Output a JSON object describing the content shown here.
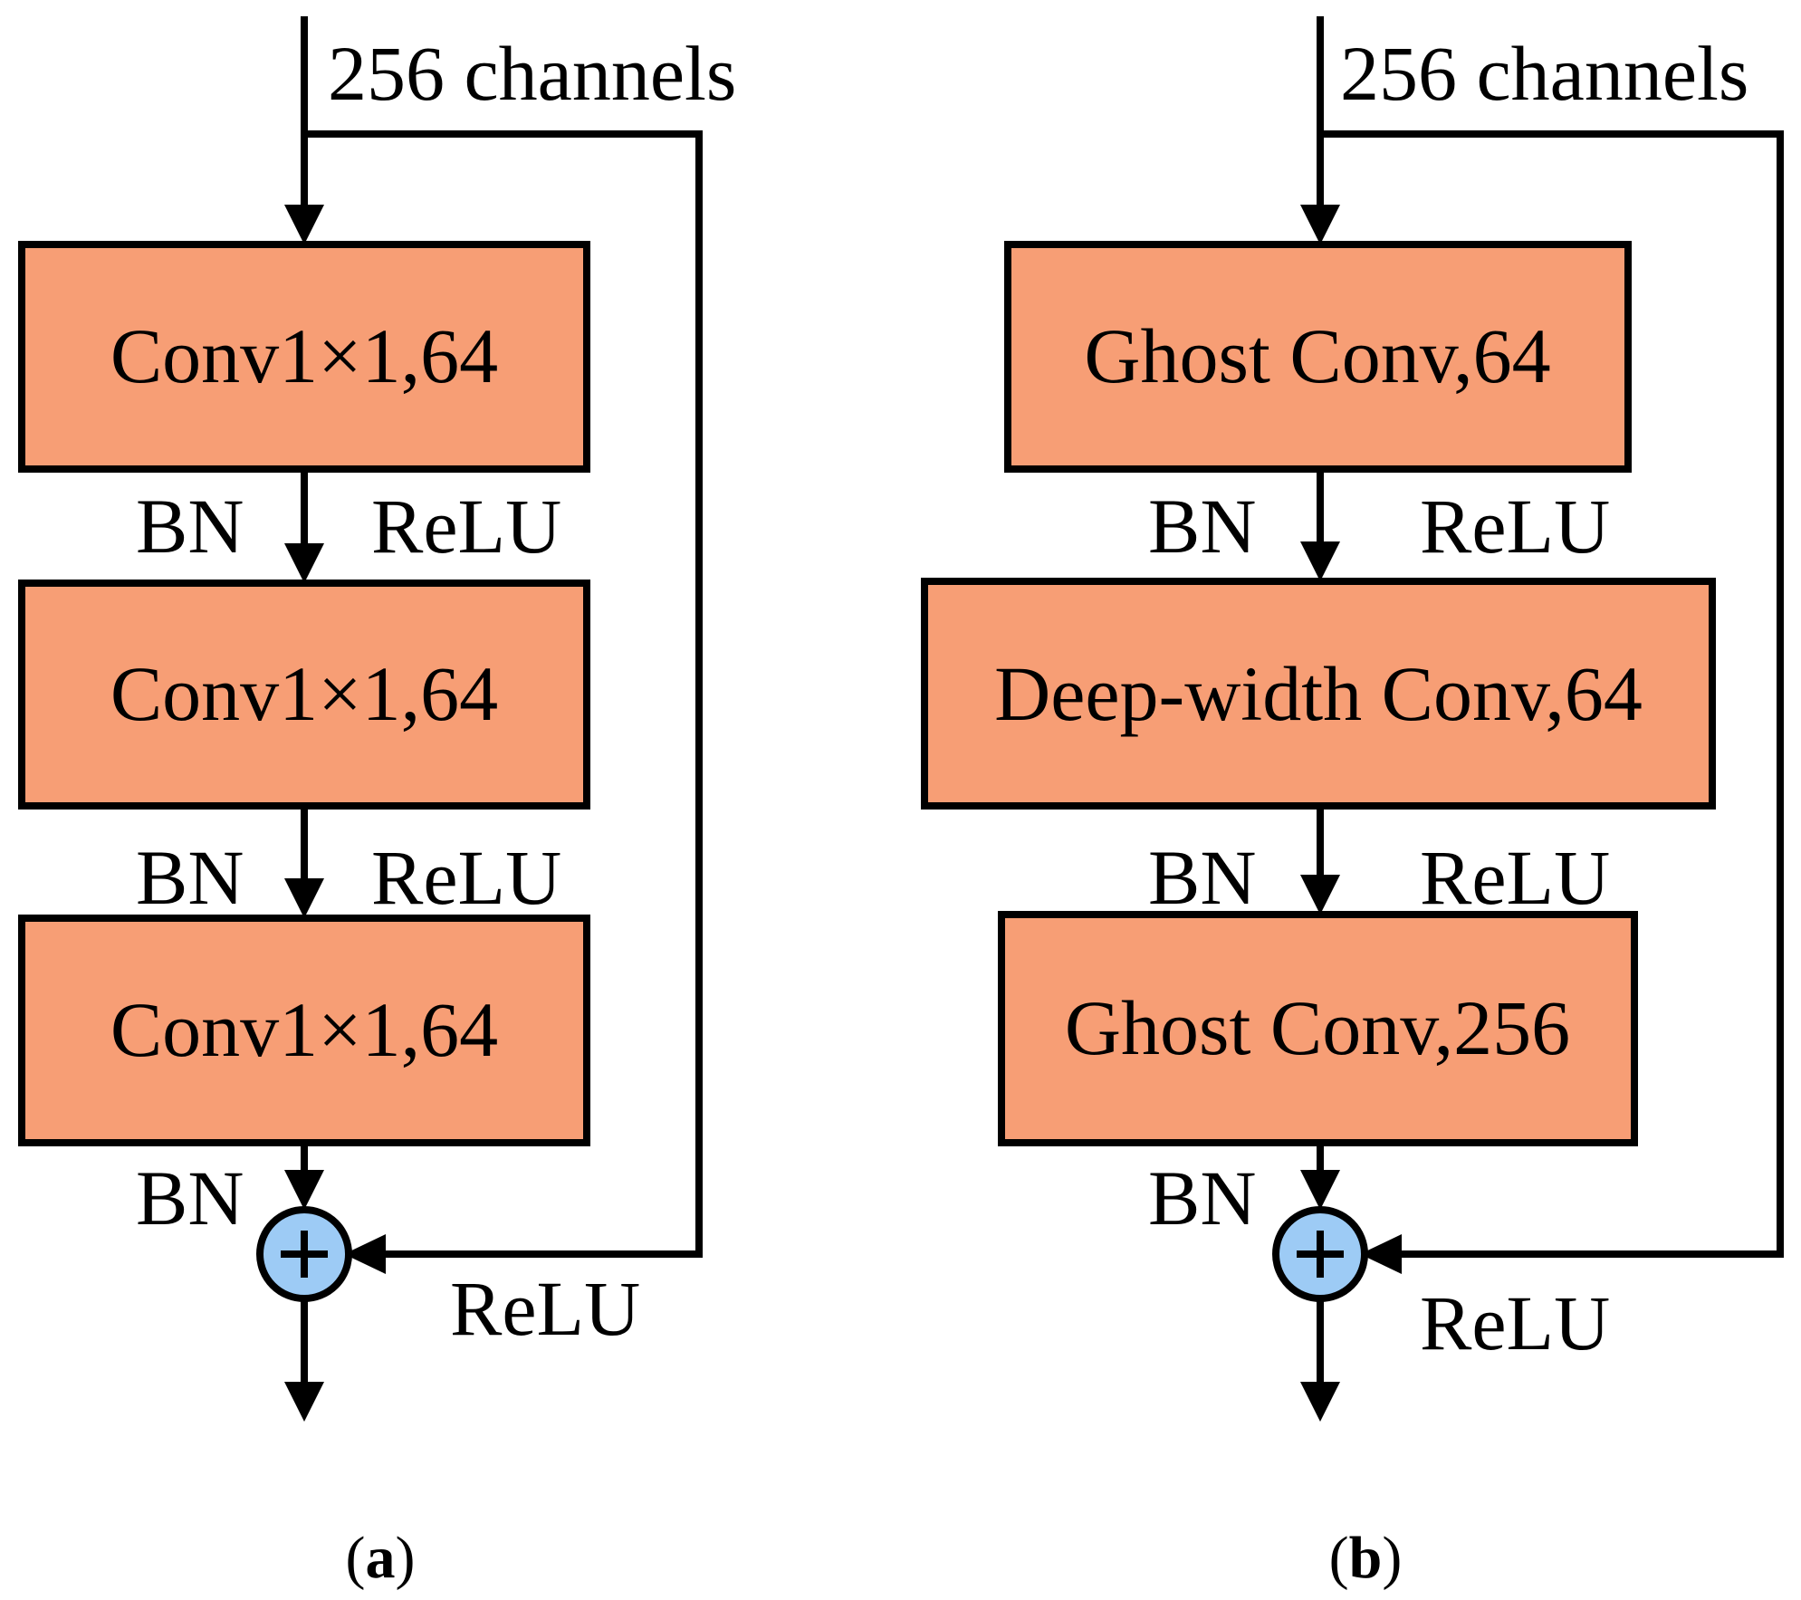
{
  "panel_a": {
    "input_label": "256 channels",
    "blocks": [
      {
        "label": "Conv1×1,64"
      },
      {
        "label": "Conv1×1,64"
      },
      {
        "label": "Conv1×1,64"
      }
    ],
    "labels": {
      "bn_1": "BN",
      "relu_1": "ReLU",
      "bn_2": "BN",
      "relu_2": "ReLU",
      "bn_3": "BN",
      "relu_out": "ReLU"
    },
    "caption": {
      "open": "(",
      "letter": "a",
      "close": ")"
    }
  },
  "panel_b": {
    "input_label": "256 channels",
    "blocks": [
      {
        "label": "Ghost Conv,64"
      },
      {
        "label": "Deep-width Conv,64"
      },
      {
        "label": "Ghost Conv,256"
      }
    ],
    "labels": {
      "bn_1": "BN",
      "relu_1": "ReLU",
      "bn_2": "BN",
      "relu_2": "ReLU",
      "bn_3": "BN",
      "relu_out": "ReLU"
    },
    "caption": {
      "open": "(",
      "letter": "b",
      "close": ")"
    }
  },
  "colors": {
    "block_fill": "#F79E75",
    "sum_fill": "#9DCBF5",
    "stroke": "#000000"
  },
  "icons": {
    "sum_node": "plus-icon",
    "arrow": "arrow-down-icon"
  }
}
